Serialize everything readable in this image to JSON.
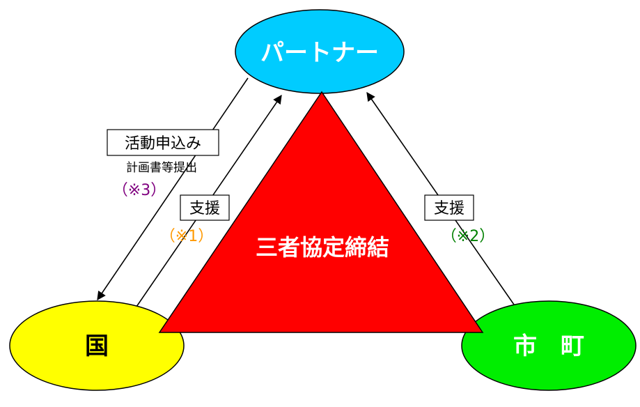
{
  "nodes": {
    "partner": {
      "label": "パートナー",
      "fill": "#00ccff"
    },
    "country": {
      "label": "国",
      "fill": "#ffff00"
    },
    "city": {
      "label": "市　町",
      "fill": "#00ee00"
    }
  },
  "center": {
    "label": "三者協定締結",
    "fill": "#ff0000"
  },
  "edges": {
    "application": {
      "box_label": "活動申込み",
      "sub_label": "計画書等提出",
      "note": "（※3）",
      "note_color": "#800080"
    },
    "support_country": {
      "box_label": "支援",
      "note": "（※1）",
      "note_color": "#ff9900"
    },
    "support_city": {
      "box_label": "支援",
      "note": "（※2）",
      "note_color": "#008000"
    }
  }
}
